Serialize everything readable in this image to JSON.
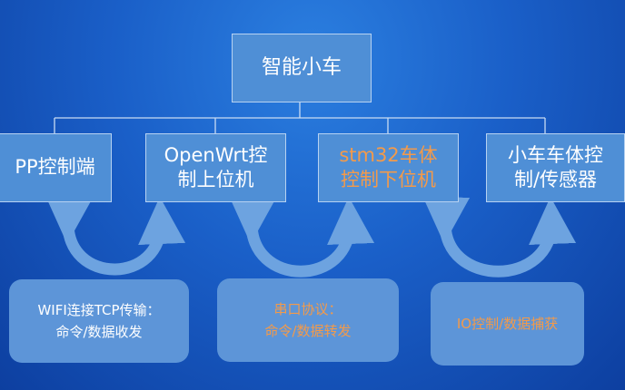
{
  "root": {
    "label": "智能小车"
  },
  "nodes": [
    {
      "id": "app",
      "label": "PP控制端",
      "color": "#ffffff"
    },
    {
      "id": "openwrt",
      "label": "OpenWrt控\n制上位机",
      "color": "#ffffff"
    },
    {
      "id": "stm32",
      "label": "stm32车体\n控制下位机",
      "color": "#f39a4a"
    },
    {
      "id": "car",
      "label": "小车车体控\n制/传感器",
      "color": "#ffffff"
    }
  ],
  "notes": [
    {
      "id": "wifi",
      "label": "WIFI连接TCP传输：\n命令/数据收发",
      "color": "#ffffff"
    },
    {
      "id": "serial",
      "label": "串口协议：\n命令/数据转发",
      "color": "#f39a4a"
    },
    {
      "id": "io",
      "label": "IO控制/数据捕获",
      "color": "#f39a4a"
    }
  ],
  "colors": {
    "box_fill": "#4f8fd6",
    "box_border": "#b7d2f2",
    "arrow": "#6da3e0",
    "connector": "#c9dcf3",
    "highlight_text": "#f39a4a"
  }
}
